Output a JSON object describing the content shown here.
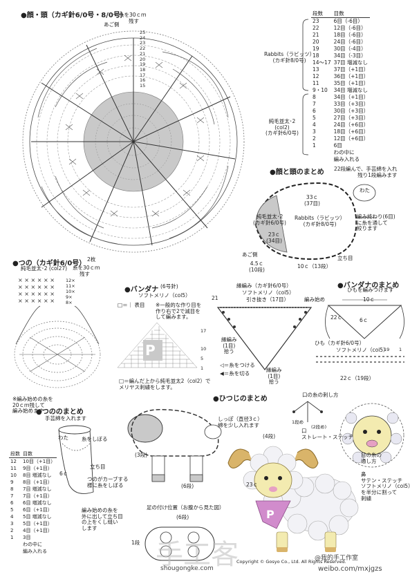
{
  "sections": {
    "face_head": "●顔・頭（カギ針6/0号・8/0号）",
    "face_head_summary": "●顔と頭のまとめ",
    "horn": "●つの（カギ針6/0号）",
    "horn_count": "2枚",
    "horn_summary": "●つののまとめ",
    "bandana": "●バンダナ",
    "bandana_hook": "(6号針)",
    "bandana_summary": "●バンダナのまとめ",
    "sheep_summary": "●ひつじのまとめ"
  },
  "head_diagram": {
    "yarn_end": "糸を30ｃｍ",
    "leave": "残す",
    "chin": "あご側",
    "row_numbers": [
      "25",
      "24",
      "23",
      "22",
      "21",
      "20",
      "19",
      "18",
      "17",
      "16",
      "15"
    ]
  },
  "head_rows_table": {
    "headers": [
      "段数",
      "目数"
    ],
    "yarn_rabbits": "Rabbits（ラビッツ）",
    "yarn_rabbits_hook": "(カギ針8/0号)",
    "yarn_wool": "純毛並太･2",
    "yarn_wool_col": "(col2)",
    "yarn_wool_hook": "(カギ針6/0号)",
    "rows": [
      {
        "row": "23",
        "count": "6目（-6目）"
      },
      {
        "row": "22",
        "count": "12目（-6目）"
      },
      {
        "row": "21",
        "count": "18目（-6目）"
      },
      {
        "row": "20",
        "count": "24目（-6目）"
      },
      {
        "row": "19",
        "count": "30目（-4目）"
      },
      {
        "row": "18",
        "count": "34目（-3目）"
      },
      {
        "row": "14〜17",
        "count": "37目 増減なし"
      },
      {
        "row": "13",
        "count": "37目（+1目）"
      },
      {
        "row": "12",
        "count": "36目（+1目）"
      },
      {
        "row": "11",
        "count": "35目（+1目）"
      },
      {
        "row": "9・10",
        "count": "34目 増減なし"
      },
      {
        "row": "8",
        "count": "34目（+1目）"
      },
      {
        "row": "7",
        "count": "33目（+3目）"
      },
      {
        "row": "6",
        "count": "30目（+3目）"
      },
      {
        "row": "5",
        "count": "27目（+3目）"
      },
      {
        "row": "4",
        "count": "24目（+6目）"
      },
      {
        "row": "3",
        "count": "18目（+6目）"
      },
      {
        "row": "2",
        "count": "12目（+6目）"
      },
      {
        "row": "1",
        "count": "6目"
      }
    ],
    "last_note_1": "わの中に",
    "last_note_2": "編み入れる"
  },
  "head_summary": {
    "note_1": "22段編んで、手芸綿を入れ",
    "note_2": "残り1段編みます",
    "wa": "わた",
    "pull_1": "編み終わり(6目)",
    "pull_2": "に糸を通して",
    "pull_3": "絞ります",
    "width": "33ｃ",
    "width_st": "(37目)",
    "yarn_wool": "純毛並太･2",
    "hook6": "(カギ針6/0号)",
    "yarn_rabbits": "Rabbits（ラビッツ）",
    "hook8": "(カギ針8/0号)",
    "side": "23ｃ",
    "side_st": "(34目)",
    "chin": "あご側",
    "w1": "4.5ｃ",
    "w1_st": "(10段)",
    "w2": "10ｃ（13段）",
    "standup": "立ち目"
  },
  "horn_diagram": {
    "yarn": "純毛並太･2 (col27)",
    "yarn_end": "糸を30ｃｍ",
    "leave": "残す",
    "marks": [
      "12×",
      "11×",
      "10×",
      "9×",
      "8×"
    ],
    "note_1": "※編み始めの糸を",
    "note_2": "20ｃｍ残して",
    "note_3": "編み始めます"
  },
  "horn_summary": {
    "wool": "手芸綿を入れます",
    "wa": "わた",
    "squeeze": "糸をしぼる",
    "stand": "立ち目",
    "curve_1": "つのがカーブする",
    "curve_2": "様に糸をしぼる",
    "len": "6ｃ",
    "start_1": "編み始めの糸を",
    "start_2": "外に出して立ち目",
    "start_3": "の上をくし縫い",
    "start_4": "します"
  },
  "horn_rows_table": {
    "headers": [
      "段数",
      "目数"
    ],
    "rows": [
      {
        "row": "12",
        "count": "10目（+1目）"
      },
      {
        "row": "11",
        "count": "9目（+1目）"
      },
      {
        "row": "10",
        "count": "8目 増減なし"
      },
      {
        "row": "9",
        "count": "8目（+1目）"
      },
      {
        "row": "8",
        "count": "7目 増減なし"
      },
      {
        "row": "7",
        "count": "7目（+1目）"
      },
      {
        "row": "6",
        "count": "6目 増減なし"
      },
      {
        "row": "5",
        "count": "6目（+1目）"
      },
      {
        "row": "4",
        "count": "5目 増減なし"
      },
      {
        "row": "3",
        "count": "5目（+1目）"
      },
      {
        "row": "2",
        "count": "4目（+1目）"
      },
      {
        "row": "1",
        "count": "3目"
      }
    ],
    "last_note_1": "わの中に",
    "last_note_2": "編み入れる"
  },
  "bandana_diagram": {
    "yarn": "ソフトメリノ（col5）",
    "legend_1": "□＝｜ 表目",
    "legend_2": "※一般的な作り目を",
    "legend_3": "作り右で2で減目を",
    "legend_4": "して編みます。",
    "bottom_1": "□＝編んだ上から純毛並太2（col2）で",
    "bottom_2": "メリヤス刺繍をします。",
    "n17": "17",
    "n10": "10",
    "n5": "5",
    "n1": "1",
    "letter": "P"
  },
  "bandana_mid": {
    "yarn": "縁編み（カギ針6/0号）",
    "yarn2": "ソフトメリノ（col5）",
    "pick": "引き抜き（17目）",
    "start": "編み始め",
    "r21": "21",
    "edge": "縁編み",
    "edge2": "(1目)",
    "edge3": "拾う",
    "edge4": "縁編み",
    "edge5": "(1目)",
    "edge6": "拾う",
    "sym_1": "◁＝糸をつける",
    "sym_2": "◀＝糸を切る"
  },
  "bandana_summary": {
    "sub": "ひもを編みつけます",
    "w10": "10ｃ",
    "w6": "6ｃ",
    "w22": "22ｃ",
    "cord_1": "ひも（カギ針6/0号）",
    "cord_2": "ソフトメリノ（col5）",
    "n19": "19",
    "n1": "1",
    "cord_w": "22ｃ（19段）"
  },
  "sheep_summary": {
    "mouth": "口の糸の刺し方",
    "tail_1": "しっぽ（直径3ｃ）",
    "tail_2": "綿を少し入れます",
    "body_4": "(4段)",
    "body_3": "(3段)",
    "body_6": "(6段)",
    "mouth_1": "口",
    "mouth_2": "ストレート・ステッチ",
    "eye_1": "目の糸の",
    "eye_2": "通し方",
    "nose_1": "鼻",
    "nose_2": "サテン・ステッチ",
    "nose_3": "ソフトメリノ（col5）",
    "nose_4": "を半分に割って",
    "nose_5": "刺繍",
    "h23": "23ｃ",
    "legs_1": "足の付け位置（お腹から見た図）",
    "legs_2": "(6段)",
    "legs_3": "1段",
    "copyright": "Copyright © Gosyo Co., Ltd. All Rights Reserved.",
    "row2": "(2段め)",
    "row1": "1段め"
  },
  "watermark": {
    "main": "手工客",
    "site": "shougongke.com",
    "weibo": "weibo.com/mxjgzs",
    "weibo_name": "@我的手工作室"
  }
}
